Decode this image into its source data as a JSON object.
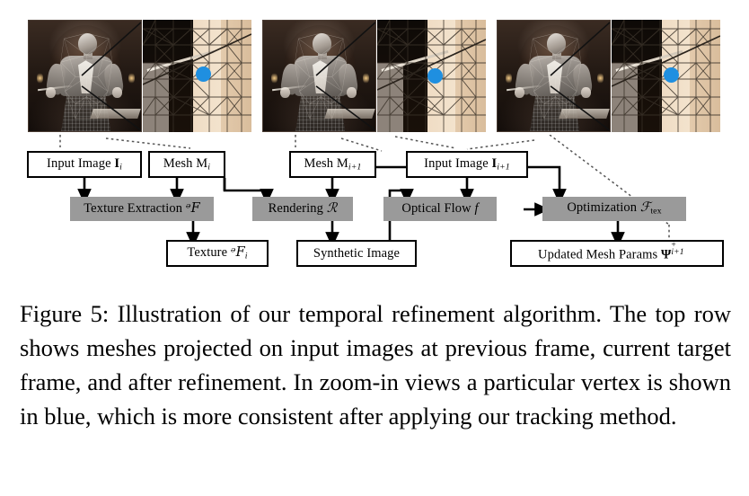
{
  "figure": {
    "caption": "Figure 5: Illustration of our temporal refinement algorithm. The top row shows meshes projected on input images at previous frame, current target frame, and after refinement. In zoom-in views a particular vertex is shown in blue, which is more consistent after applying our tracking method.",
    "accent_blue": "#1f8fe0",
    "process_fill": "#9a9a9a",
    "box_stroke": "#000000"
  },
  "image_row": {
    "panels": [
      {
        "id": "previous-frame",
        "photo_label": "mesh projected on input image at previous frame",
        "zoom_label": "zoom-in view of tracked vertex at previous frame",
        "vertex_color": "#1f8fe0"
      },
      {
        "id": "current-target-frame",
        "photo_label": "mesh projected on input image at current target frame",
        "zoom_label": "zoom-in view of tracked vertex at current target frame",
        "vertex_color": "#1f8fe0"
      },
      {
        "id": "after-refinement",
        "photo_label": "mesh projected on input image after refinement",
        "zoom_label": "zoom-in view of tracked vertex after refinement",
        "vertex_color": "#1f8fe0"
      }
    ]
  },
  "diagram": {
    "nodes": {
      "input_image_i": {
        "text": "Input Image I",
        "sub": "i",
        "kind": "data"
      },
      "mesh_i": {
        "text": "Mesh M",
        "sub": "i",
        "kind": "data"
      },
      "mesh_i1": {
        "text": "Mesh M",
        "sub": "i+1",
        "kind": "data"
      },
      "input_image_i1": {
        "text": "Input Image I",
        "sub": "i+1",
        "kind": "data"
      },
      "texture_extraction": {
        "text": "Texture Extraction",
        "sym": "ᵊF",
        "kind": "process"
      },
      "rendering": {
        "text": "Rendering",
        "sym": "ℛ",
        "kind": "process"
      },
      "optical_flow": {
        "text": "Optical Flow",
        "sym": "f",
        "kind": "process"
      },
      "optimization": {
        "text": "Optimization",
        "sym": "ℱ",
        "symsub": "tex",
        "kind": "process"
      },
      "texture_i": {
        "text": "Texture",
        "sym": "ᵊF",
        "sub": "i",
        "kind": "data"
      },
      "synthetic_image": {
        "text": "Synthetic Image",
        "kind": "data"
      },
      "updated_mesh_params": {
        "text": "Updated Mesh Params",
        "sym": "Ψ",
        "sup": "+",
        "sub": "i+1",
        "kind": "data"
      }
    }
  }
}
